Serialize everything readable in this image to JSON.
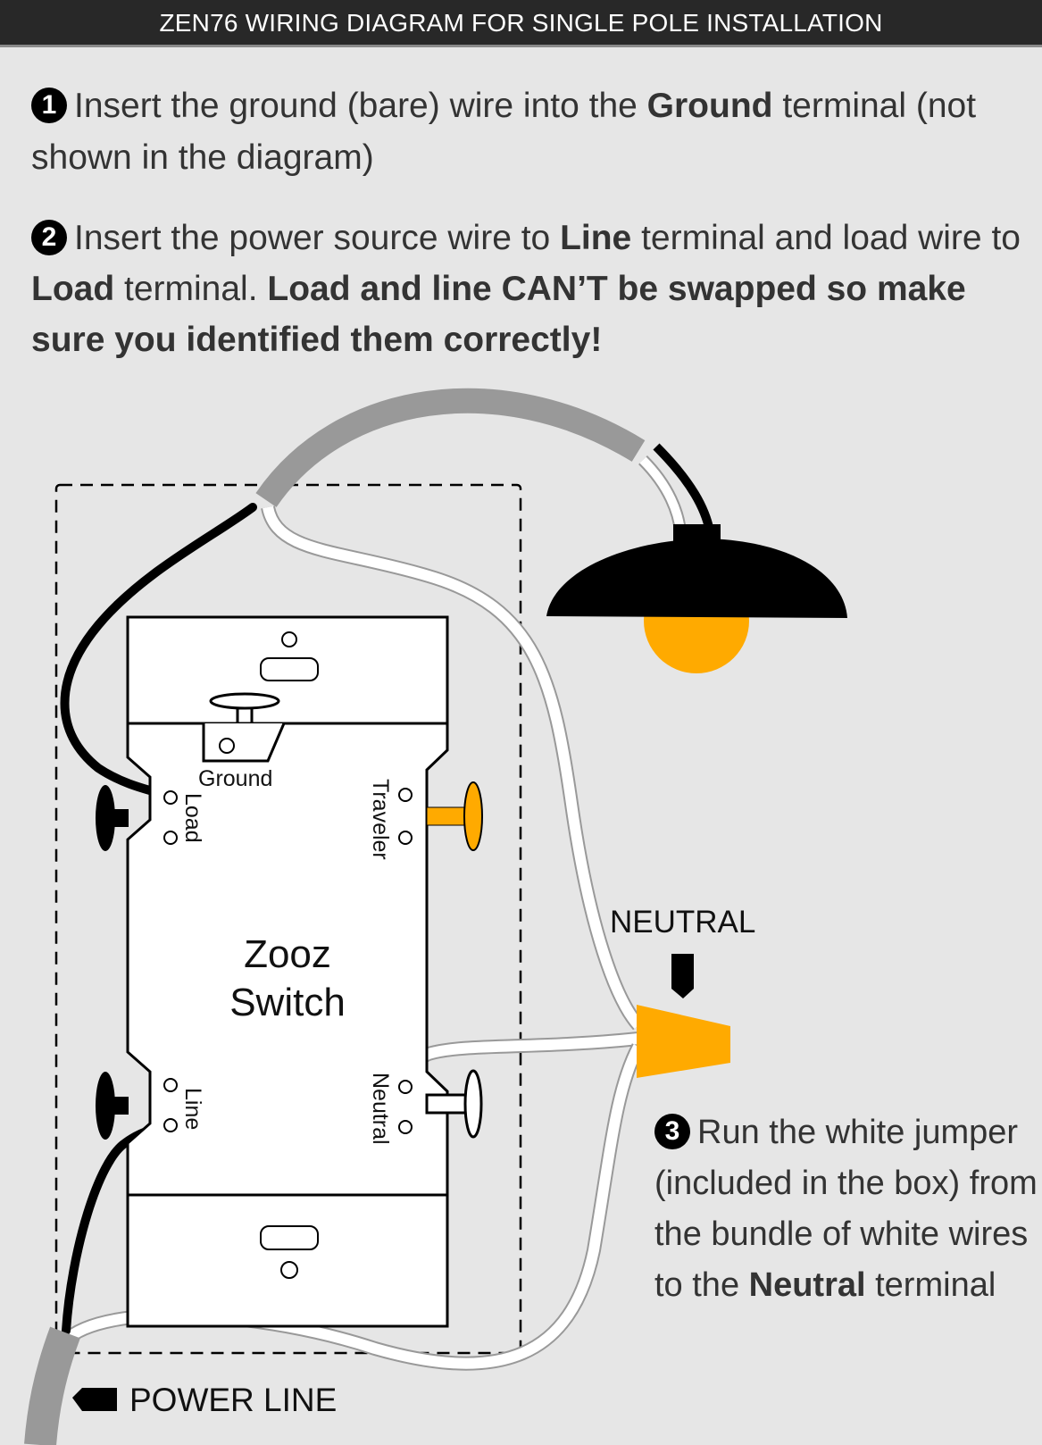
{
  "header": {
    "title": "ZEN76 WIRING DIAGRAM FOR SINGLE POLE INSTALLATION"
  },
  "steps": [
    {
      "number": "1",
      "parts": [
        {
          "text": "Insert the ground (bare) wire into the ",
          "bold": false
        },
        {
          "text": "Ground",
          "bold": true
        },
        {
          "text": " terminal (not shown in the diagram)",
          "bold": false
        }
      ]
    },
    {
      "number": "2",
      "parts": [
        {
          "text": "Insert the power source wire to ",
          "bold": false
        },
        {
          "text": "Line",
          "bold": true
        },
        {
          "text": " terminal and load wire to ",
          "bold": false
        },
        {
          "text": "Load",
          "bold": true
        },
        {
          "text": " terminal. ",
          "bold": false
        },
        {
          "text": "Load and line CAN’T be swapped so make sure you identified them correctly!",
          "bold": true
        }
      ]
    },
    {
      "number": "3",
      "parts": [
        {
          "text": "Run the white jumper (included in the box) from the bundle of white wires to the ",
          "bold": false
        },
        {
          "text": "Neutral",
          "bold": true
        },
        {
          "text": " terminal",
          "bold": false
        }
      ]
    }
  ],
  "diagram": {
    "switch_label_line1": "Zooz",
    "switch_label_line2": "Switch",
    "terminals": {
      "ground": "Ground",
      "load": "Load",
      "traveler": "Traveler",
      "line": "Line",
      "neutral": "Neutral"
    },
    "callouts": {
      "neutral": "NEUTRAL",
      "power_line": "POWER LINE"
    },
    "colors": {
      "background": "#e6e6e6",
      "header": "#282828",
      "cable_sheath": "#999999",
      "hot_wire": "#000000",
      "neutral_wire": "#ffffff",
      "accent_orange": "#ffaa00"
    }
  }
}
